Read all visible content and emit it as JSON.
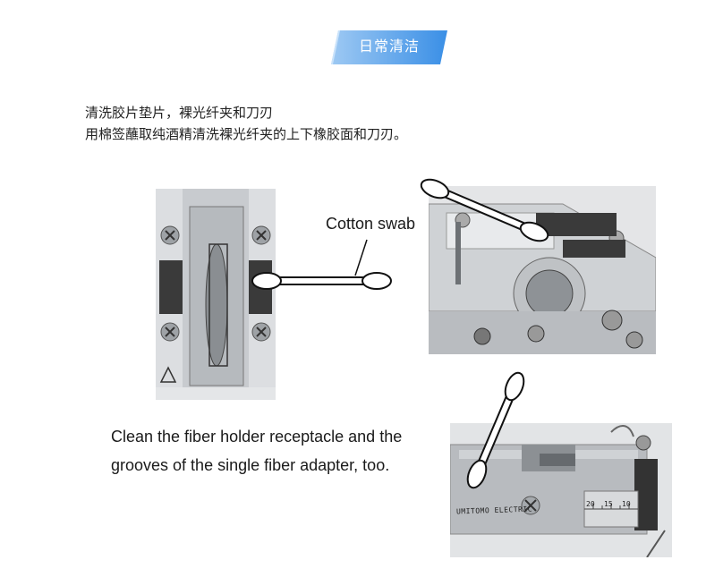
{
  "banner": {
    "title": "日常清洁",
    "color_light": "#9ec9f3",
    "color_dark": "#3a8fe6"
  },
  "intro": {
    "line1": "清洗胶片垫片，裸光纤夹和刀刃",
    "line2": "用棉签蘸取纯酒精清洗裸光纤夹的上下橡胶面和刀刃。"
  },
  "labels": {
    "cotton_swab": "Cotton swab",
    "brand": "UMITOMO ELECTRIC"
  },
  "caption": {
    "text": "Clean the fiber holder receptacle and the grooves of the single fiber adapter, too."
  },
  "scale_marks": [
    "20",
    "15",
    "10"
  ]
}
